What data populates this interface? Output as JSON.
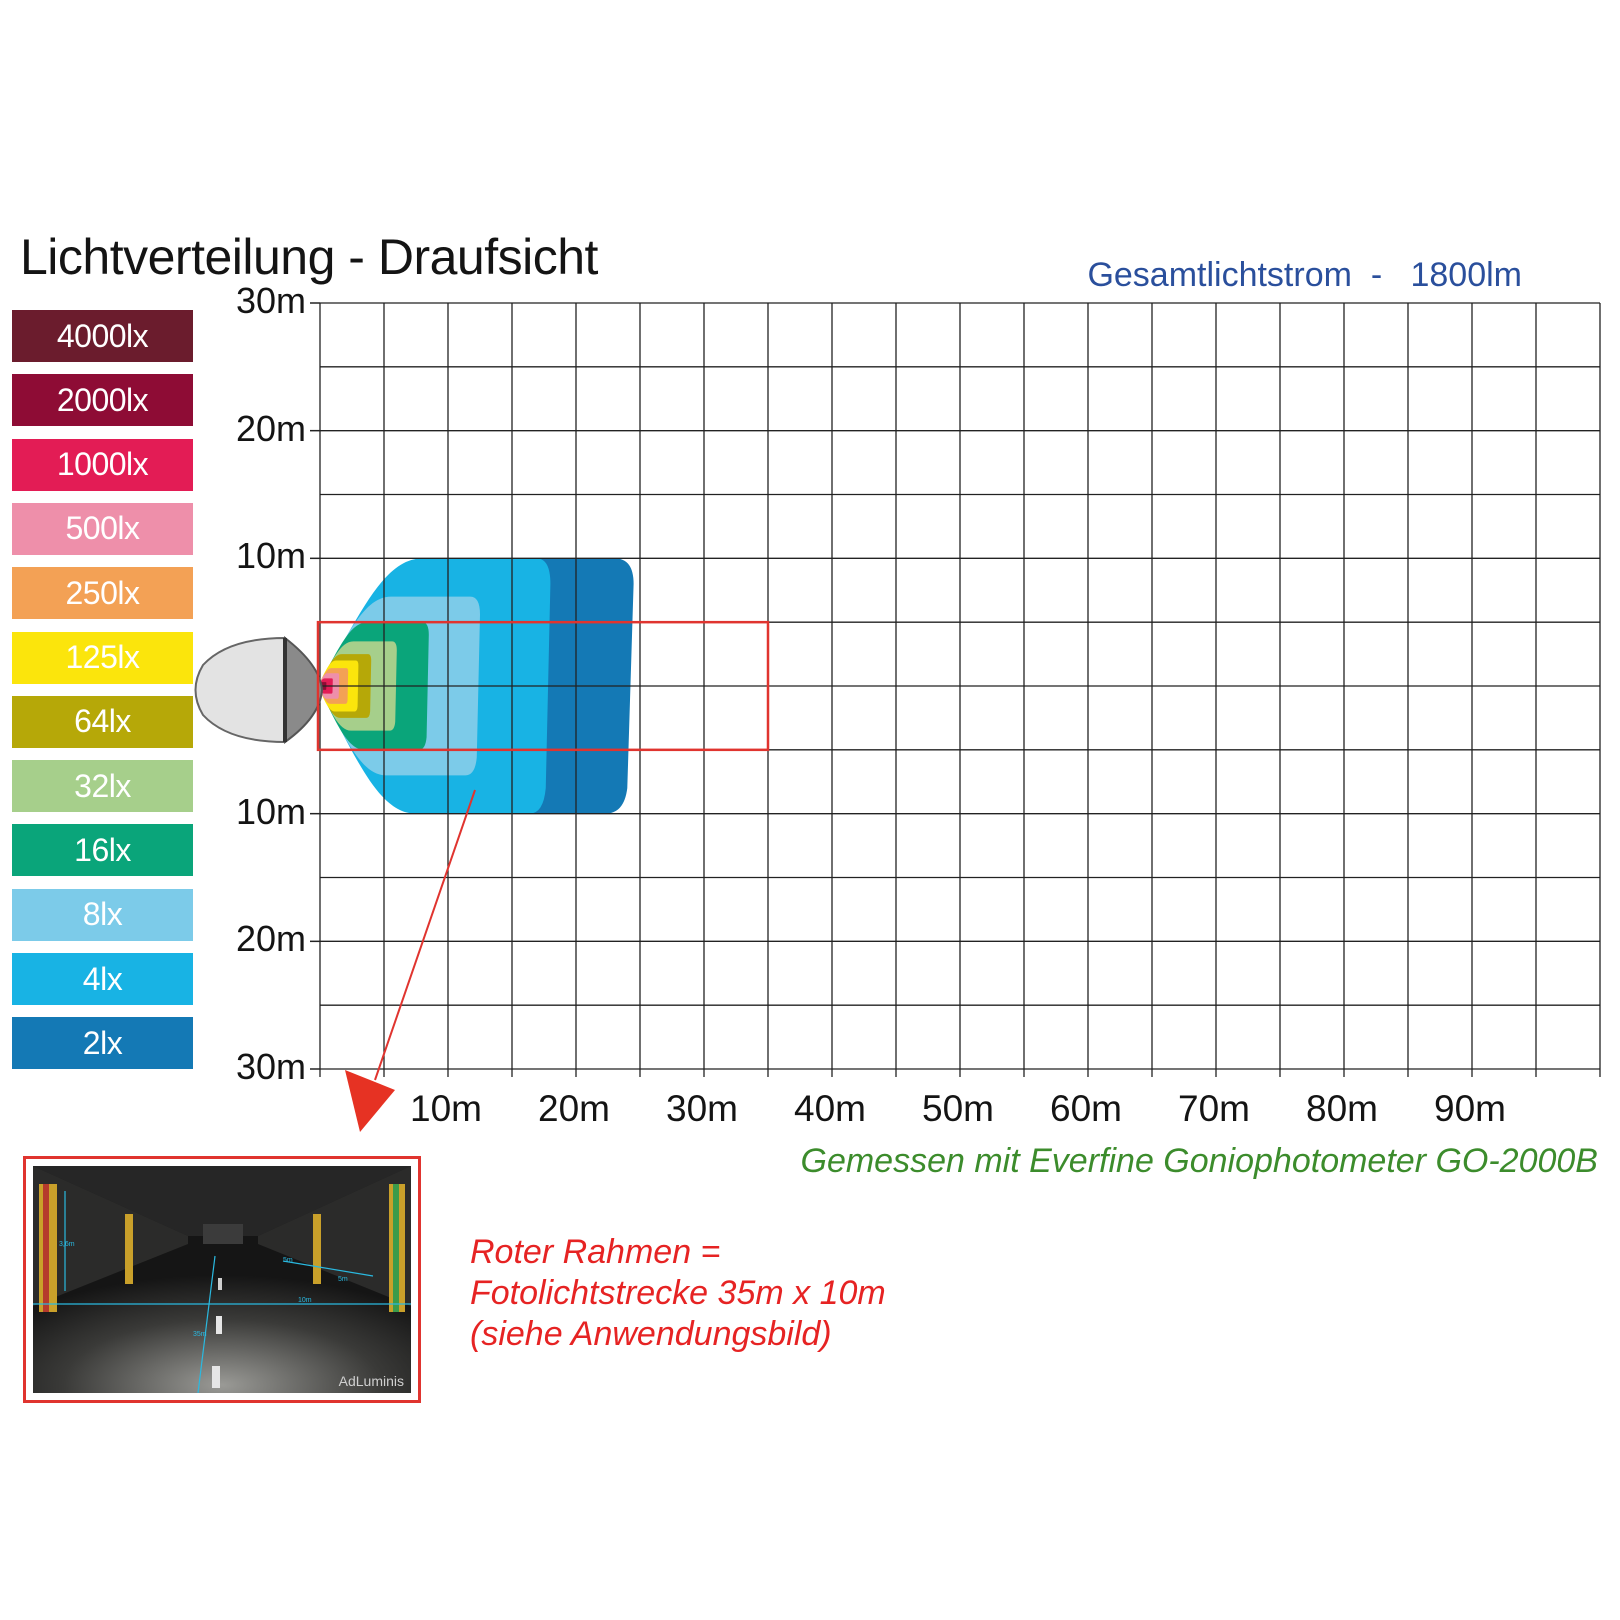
{
  "chart_data": {
    "type": "heatmap",
    "title": "Lichtverteilung - Draufsicht",
    "subtitle": "Gesamtlichtstrom  -   1800lm",
    "xlabel": "",
    "ylabel": "",
    "x_ticks": [
      "10m",
      "20m",
      "30m",
      "40m",
      "50m",
      "60m",
      "70m",
      "80m",
      "90m"
    ],
    "y_ticks_upper": [
      "30m",
      "20m",
      "10m"
    ],
    "y_ticks_lower": [
      "10m",
      "20m",
      "30m"
    ],
    "xlim": [
      0,
      100
    ],
    "ylim": [
      -30,
      30
    ],
    "grid": true,
    "legend_position": "left",
    "legend": [
      {
        "label": "4000lx",
        "color": "#6b1c2d"
      },
      {
        "label": "2000lx",
        "color": "#8e0c35"
      },
      {
        "label": "1000lx",
        "color": "#e31c55"
      },
      {
        "label": "500lx",
        "color": "#ee8faa"
      },
      {
        "label": "250lx",
        "color": "#f3a155"
      },
      {
        "label": "125lx",
        "color": "#fbe50c"
      },
      {
        "label": "64lx",
        "color": "#b6a808"
      },
      {
        "label": "32lx",
        "color": "#a6cf8b"
      },
      {
        "label": "16lx",
        "color": "#0aa57a"
      },
      {
        "label": "8lx",
        "color": "#7ccbe9"
      },
      {
        "label": "4lx",
        "color": "#18b3e4"
      },
      {
        "label": "2lx",
        "color": "#1479b5"
      }
    ],
    "contours": [
      {
        "level": "2lx",
        "x_extent_m": [
          0,
          24.5
        ],
        "y_extent_m": [
          -10,
          10
        ]
      },
      {
        "level": "4lx",
        "x_extent_m": [
          0,
          18
        ],
        "y_extent_m": [
          -10,
          10
        ]
      },
      {
        "level": "8lx",
        "x_extent_m": [
          0,
          12.5
        ],
        "y_extent_m": [
          -7,
          7
        ]
      },
      {
        "level": "16lx",
        "x_extent_m": [
          0,
          8.5
        ],
        "y_extent_m": [
          -5,
          5
        ]
      },
      {
        "level": "32lx",
        "x_extent_m": [
          0,
          6
        ],
        "y_extent_m": [
          -3.5,
          3.5
        ]
      },
      {
        "level": "64lx",
        "x_extent_m": [
          0,
          4
        ],
        "y_extent_m": [
          -2.5,
          2.5
        ]
      },
      {
        "level": "125lx",
        "x_extent_m": [
          0,
          3
        ],
        "y_extent_m": [
          -2,
          2
        ]
      },
      {
        "level": "250lx",
        "x_extent_m": [
          0,
          2.2
        ],
        "y_extent_m": [
          -1.4,
          1.4
        ]
      },
      {
        "level": "500lx",
        "x_extent_m": [
          0,
          1.5
        ],
        "y_extent_m": [
          -1,
          1
        ]
      },
      {
        "level": "1000lx",
        "x_extent_m": [
          0,
          1
        ],
        "y_extent_m": [
          -0.6,
          0.6
        ]
      },
      {
        "level": "2000lx",
        "x_extent_m": [
          0,
          0.5
        ],
        "y_extent_m": [
          -0.3,
          0.3
        ]
      }
    ],
    "highlight_frame": {
      "x_m": [
        0,
        35
      ],
      "y_m": [
        -5,
        5
      ],
      "color": "#e0342f"
    }
  },
  "caption": "Gemessen mit Everfine Goniophotometer GO-2000B",
  "note_lines": [
    "Roter Rahmen =",
    "Fotolichtstrecke 35m x 10m",
    "(siehe Anwendungsbild)"
  ],
  "photo": {
    "brand": "AdLuminis",
    "labels": [
      "3,6m",
      "5m",
      "5m",
      "10m",
      "35m"
    ]
  }
}
